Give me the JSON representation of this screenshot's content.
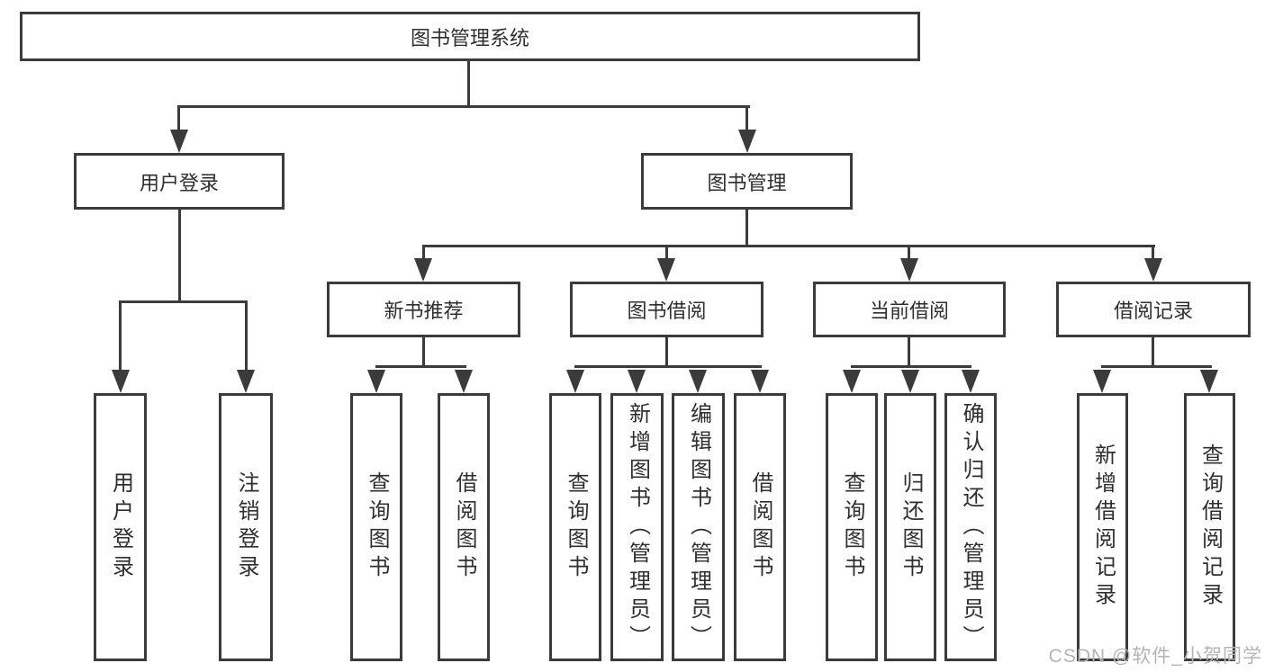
{
  "diagram": {
    "root_label": "图书管理系统",
    "user_login": {
      "label": "用户登录",
      "children": {
        "login": "用户登录",
        "logout": "注销登录"
      }
    },
    "book_mgmt": {
      "label": "图书管理",
      "sections": {
        "new_books": {
          "label": "新书推荐",
          "children": {
            "query": "查询图书",
            "borrow": "借阅图书"
          }
        },
        "book_borrow": {
          "label": "图书借阅",
          "children": {
            "query": "查询图书",
            "add": "新增图书（管理员）",
            "edit": "编辑图书（管理员）",
            "borrow": "借阅图书"
          }
        },
        "current_borrow": {
          "label": "当前借阅",
          "children": {
            "query": "查询图书",
            "return": "归还图书",
            "confirm": "确认归还（管理员）"
          }
        },
        "borrow_records": {
          "label": "借阅记录",
          "children": {
            "add": "新增借阅记录",
            "query": "查询借阅记录"
          }
        }
      }
    }
  },
  "colors": {
    "line": "#3b3b3b",
    "text": "#2f2f2f",
    "watermark": "#b4b4b4"
  },
  "watermark": "CSDN @软件_小贺同学"
}
